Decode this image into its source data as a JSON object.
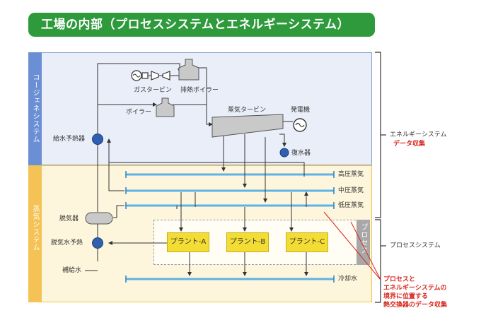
{
  "title": "工場の内部（プロセスシステムとエネルギーシステム）",
  "panels": {
    "cogen_label": "コージェネシステム",
    "steam_label": "蒸気システム",
    "process_tag": "プロセス"
  },
  "equipment": {
    "gas_turbine": "ガスタービン",
    "exhaust_boiler": "排熱ボイラー",
    "boiler": "ボイラー",
    "steam_turbine": "蒸気タービン",
    "generator": "発電機",
    "condenser": "復水器",
    "feedwater_heater": "給水予熱器",
    "deaerator": "脱気器",
    "deaerated_water_heater": "脱気水予熱",
    "makeup_water": "補給水"
  },
  "headers": {
    "high_pressure": "高圧蒸気",
    "medium_pressure": "中圧蒸気",
    "low_pressure": "低圧蒸気",
    "cooling_water": "冷却水"
  },
  "plants": [
    "プラント-A",
    "プラント-B",
    "プラント-C"
  ],
  "brackets": {
    "energy_system": "エネルギーシステム",
    "energy_data": "データ収集",
    "process_system": "プロセスシステム"
  },
  "note_lines": [
    "プロセスと",
    "エネルギーシステムの",
    "境界に位置する",
    "熱交換器のデータ収集"
  ],
  "colors": {
    "banner": "#2e9a3c",
    "cogen_panel": "#e9eef8",
    "cogen_strip": "#6b8fd4",
    "steam_panel": "#fdf6dc",
    "steam_strip": "#f4c255",
    "header_pipe": "#5db3e6",
    "plant": "#f3dd35",
    "accent_red": "#d7261d",
    "equipment_blue": "#2f5fae"
  }
}
